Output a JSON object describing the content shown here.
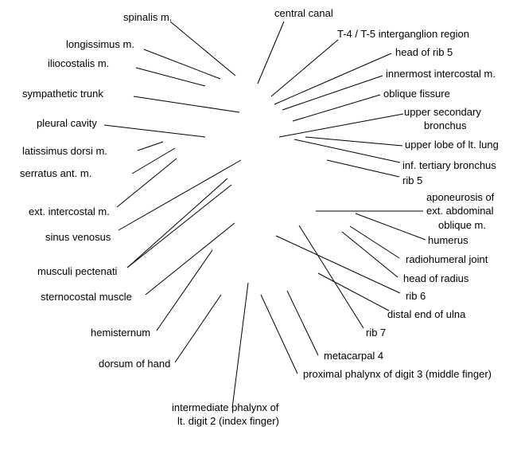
{
  "labels": {
    "spinalis": "spinalis m.",
    "central_canal": "central canal",
    "t4_t5": "T-4 / T-5 interganglion region",
    "longissimus": "longissimus m.",
    "head_of_rib_5": "head of rib 5",
    "iliocostalis": "iliocostalis m.",
    "innermost_intercostal": "innermost intercostal m.",
    "sympathetic_trunk": "sympathetic trunk",
    "oblique_fissure": "oblique fissure",
    "upper_secondary_bronchus_1": "upper secondary",
    "upper_secondary_bronchus_2": "bronchus",
    "pleural_cavity": "pleural cavity",
    "upper_lobe_lt_lung": "upper lobe of lt. lung",
    "latissimus_dorsi": "latissimus dorsi m.",
    "inf_tertiary_bronchus": "inf. tertiary bronchus",
    "serratus_ant": "serratus ant. m.",
    "rib_5": "rib 5",
    "aponeurosis_1": "aponeurosis of",
    "aponeurosis_2": "ext. abdominal",
    "aponeurosis_3": "oblique m.",
    "ext_intercostal": "ext. intercostal m.",
    "humerus": "humerus",
    "sinus_venosus": "sinus venosus",
    "radiohumeral_joint": "radiohumeral joint",
    "musculi_pectenati": "musculi pectenati",
    "head_of_radius": "head of radius",
    "sternocostal_muscle": "sternocostal muscle",
    "rib_6": "rib 6",
    "distal_end_of_ulna": "distal end of ulna",
    "hemisternum": "hemisternum",
    "rib_7": "rib 7",
    "metacarpal_4": "metacarpal 4",
    "dorsum_of_hand": "dorsum of hand",
    "proximal_phalynx": "proximal phalynx of digit 3 (middle finger)",
    "intermediate_phalynx_1": "intermediate phalynx of",
    "intermediate_phalynx_2": "lt. digit 2 (index finger)"
  }
}
